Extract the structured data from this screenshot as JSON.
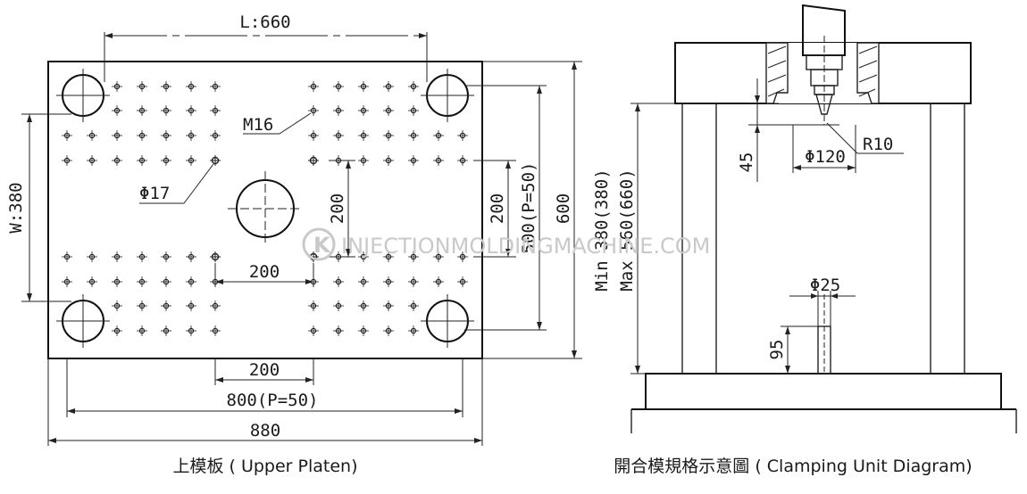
{
  "upper_platen": {
    "dim_L": "L:660",
    "dim_W": "W:380",
    "label_M16": "M16",
    "label_phi17": "Φ17",
    "dim_200_vertical_center": "200",
    "dim_200_horizontal_center": "200",
    "dim_200_bottom": "200",
    "dim_800": "800(P=50)",
    "dim_880": "880",
    "dim_200_right": "200",
    "dim_500": "500(P=50)",
    "dim_600": "600",
    "caption": "上模板 ( Upper Platen)"
  },
  "clamping_unit": {
    "dim_45": "45",
    "dim_phi120": "Φ120",
    "dim_R10": "R10",
    "dim_min": "Min 380(380)",
    "dim_max": "Max 560(660)",
    "dim_phi25": "Φ25",
    "dim_95": "95",
    "caption": "開合模規格示意圖 ( Clamping Unit Diagram)"
  },
  "watermark": "INJECTIONMOLDINGMACHINE.COM"
}
